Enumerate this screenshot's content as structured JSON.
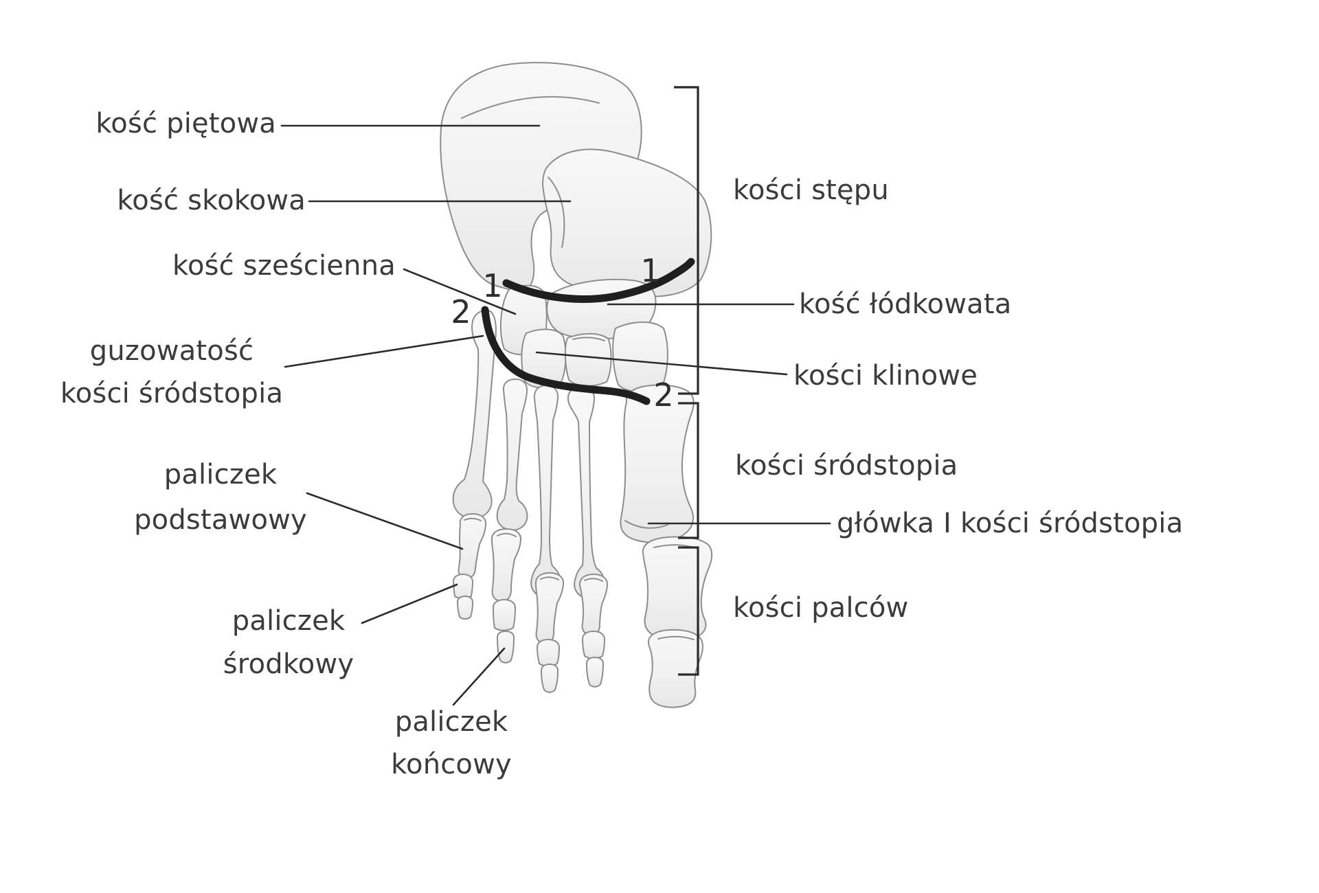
{
  "diagram": {
    "subject": "foot-bones-anatomy",
    "bone_labels": {
      "kosc_pietowa": "kość piętowa",
      "kosc_skokowa": "kość skokowa",
      "kosc_szescienna": "kość sześcienna",
      "guzowatosc": {
        "line1": "guzowatość",
        "line2": "kości śródstopia"
      },
      "paliczek_podstawowy": {
        "line1": "paliczek",
        "line2": "podstawowy"
      },
      "paliczek_srodkowy": {
        "line1": "paliczek",
        "line2": "środkowy"
      },
      "paliczek_koncowy": {
        "line1": "paliczek",
        "line2": "końcowy"
      },
      "kosc_lodkowata": "kość łódkowata",
      "kosci_klinowe": "kości klinowe"
    },
    "group_labels": {
      "kosci_stepu": "kości stępu",
      "kosci_srodstopia": "kości śródstopia",
      "glowka_kosci_srodstopia": "główka I kości śródstopia",
      "kosci_palcow": "kości palców"
    },
    "joint_markers": {
      "one": "1",
      "two": "2"
    },
    "colors": {
      "background": "#ffffff",
      "bone_fill_light": "#f7f7f7",
      "bone_fill_dark": "#e9e9e9",
      "bone_stroke": "#8d8d8d",
      "line_color": "#262626",
      "text_color": "#3b3b3b"
    }
  }
}
